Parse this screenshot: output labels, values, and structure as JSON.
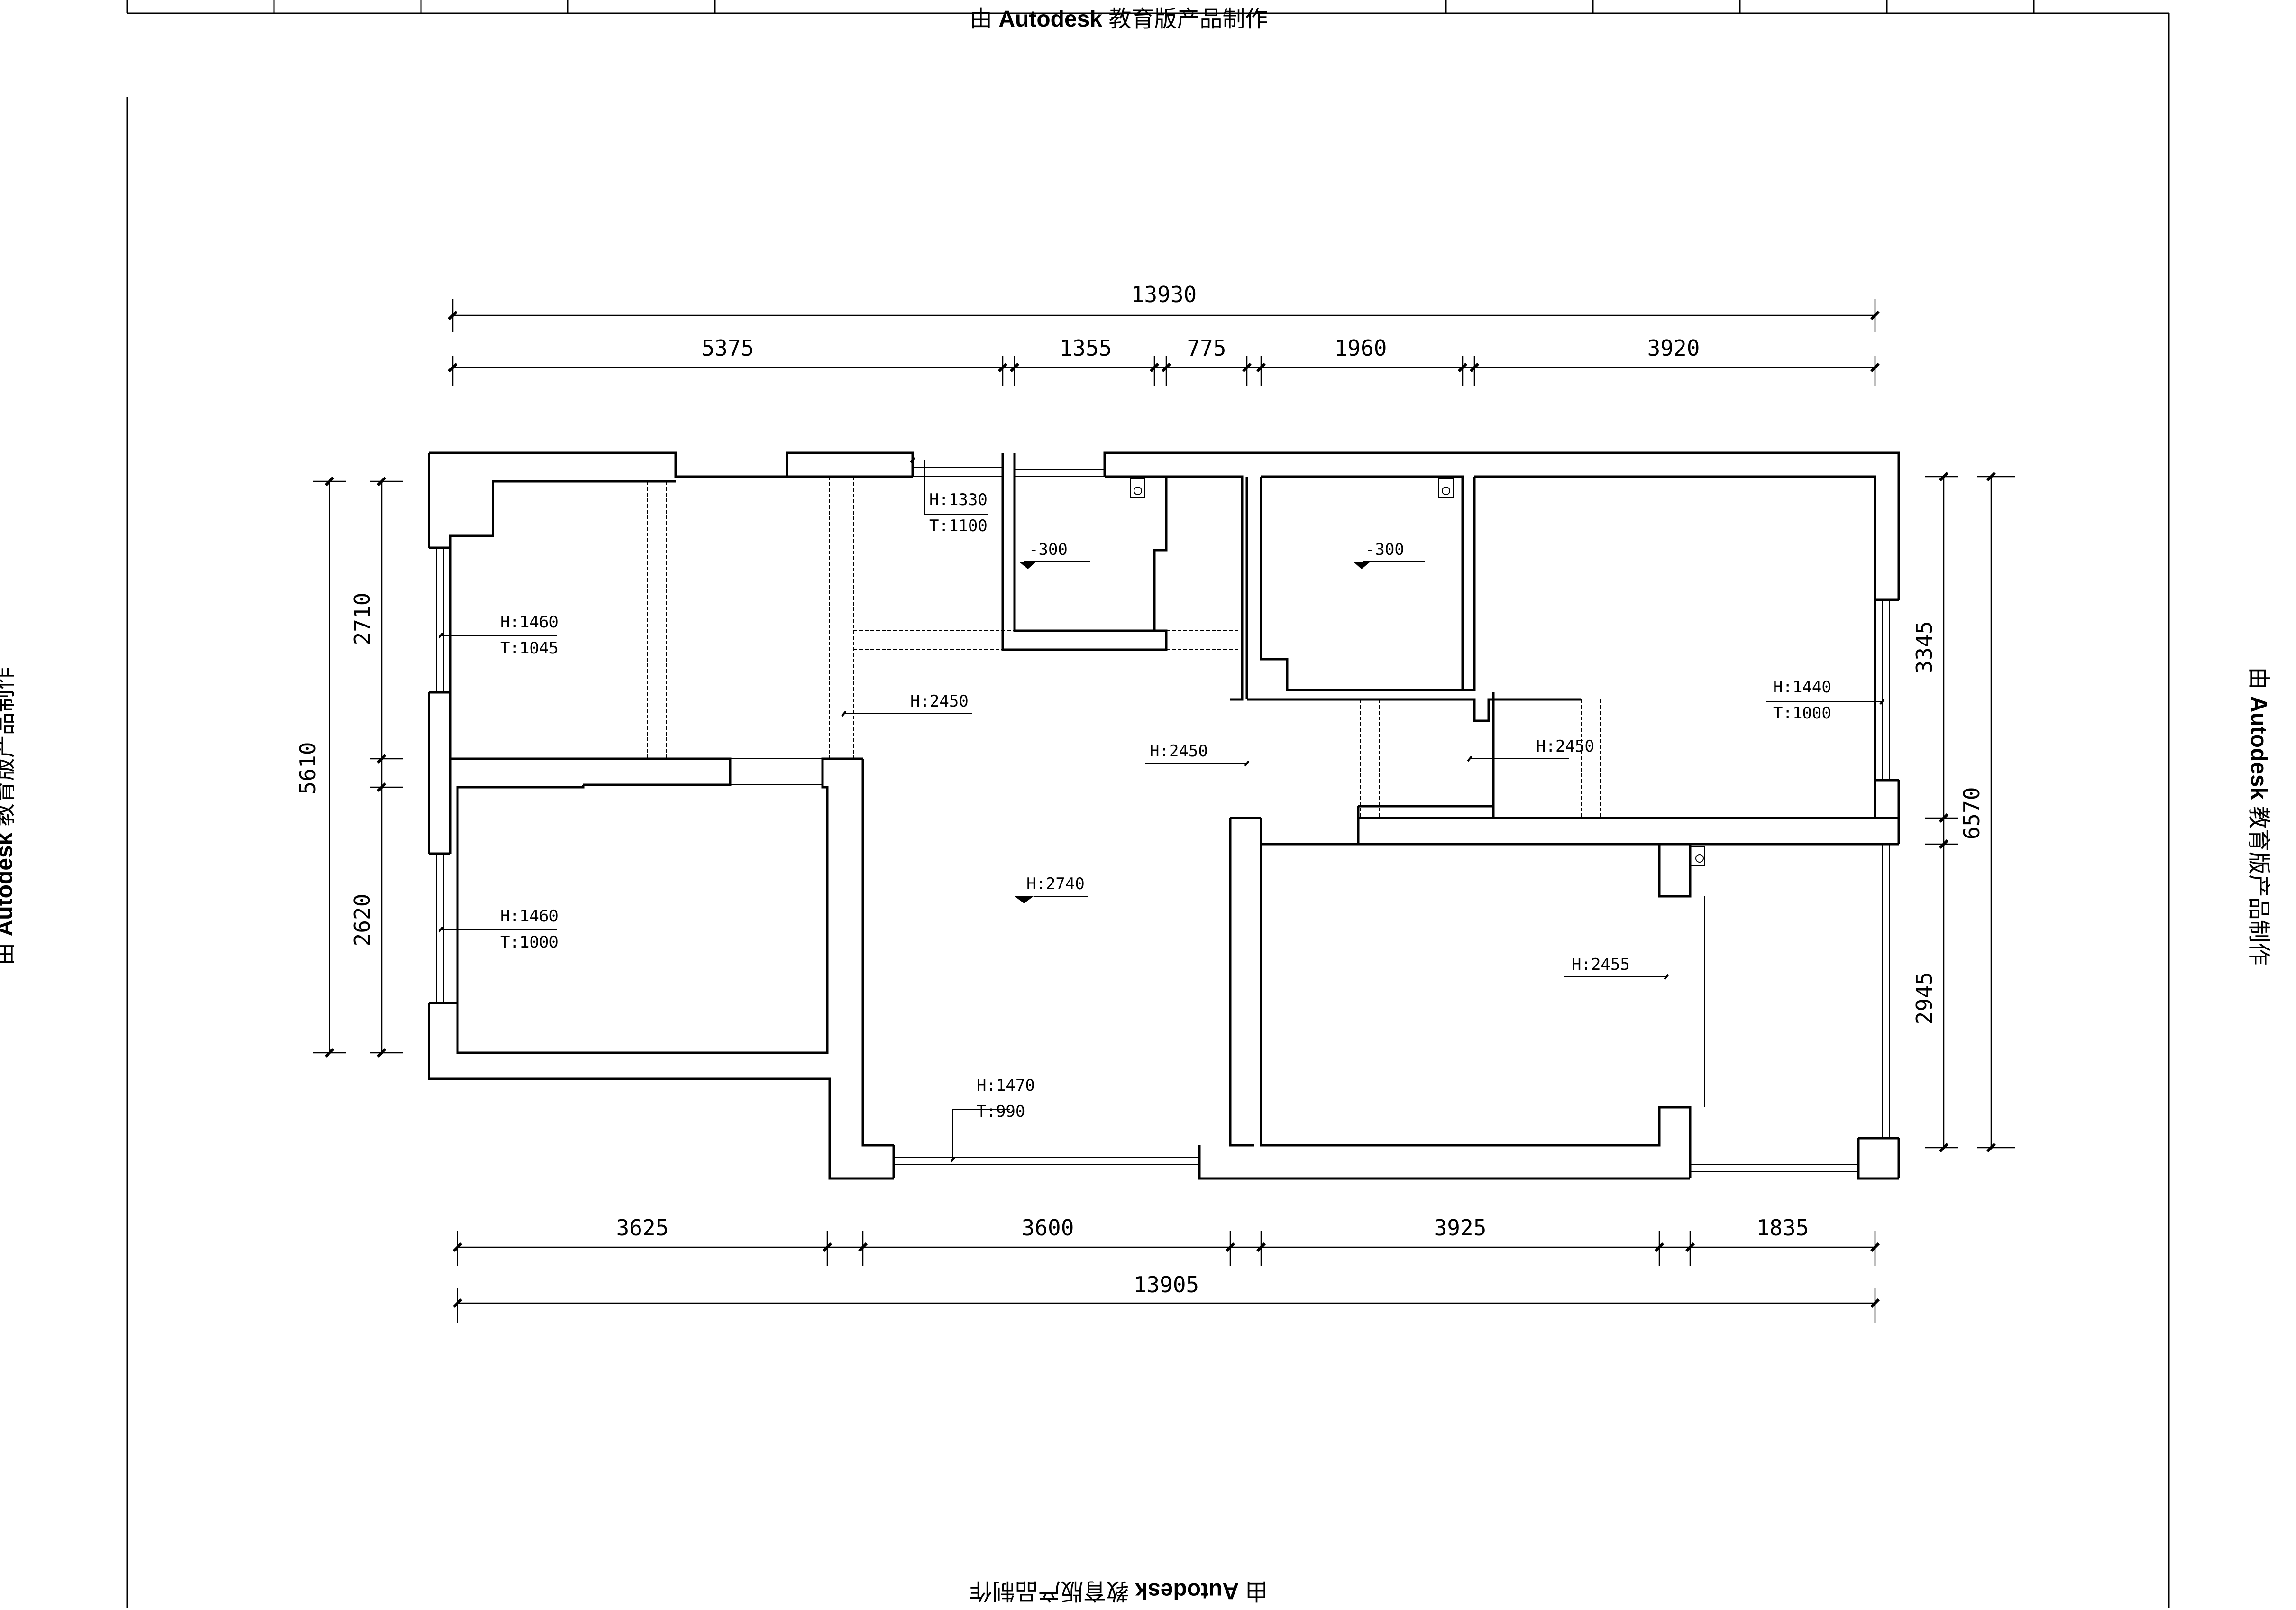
{
  "watermark": {
    "prefix": "由",
    "brand": "Autodesk",
    "suffix": "教育版产品制作"
  },
  "dimensions": {
    "top_total": "13930",
    "top_segments": [
      "5375",
      "1355",
      "775",
      "1960",
      "3920"
    ],
    "bottom_segments": [
      "3625",
      "3600",
      "3925",
      "1835"
    ],
    "bottom_total": "13905",
    "left_total": "5610",
    "left_segments": [
      "2710",
      "2620"
    ],
    "right_total": "6570",
    "right_segments": [
      "3345",
      "2945"
    ]
  },
  "annotations": {
    "win_top": {
      "h": "H:1330",
      "t": "T:1100"
    },
    "win_left_upper": {
      "h": "H:1460",
      "t": "T:1045"
    },
    "win_left_lower": {
      "h": "H:1460",
      "t": "T:1000"
    },
    "win_right_upper": {
      "h": "H:1440",
      "t": "T:1000"
    },
    "win_bottom": {
      "h": "H:1470",
      "t": "T:990"
    },
    "ceiling_left": "H:2450",
    "ceiling_center": "H:2450",
    "ceiling_right": "H:2450",
    "ceiling_right_lower": "H:2455",
    "ceiling_living": "H:2740",
    "level_bath1": "-300",
    "level_bath2": "-300"
  }
}
